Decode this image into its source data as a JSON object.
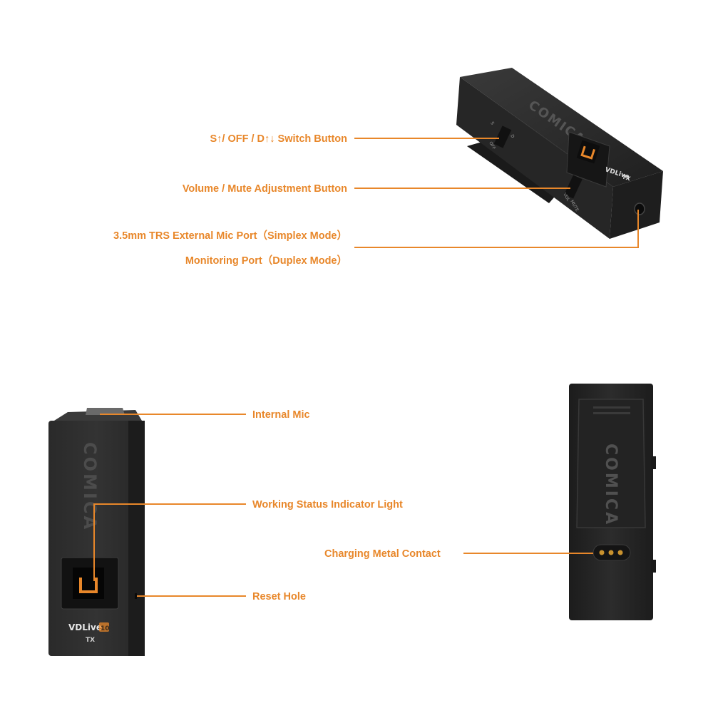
{
  "colors": {
    "accent": "#e8872a",
    "device_body": "#2b2b2b",
    "device_dark": "#1e1e1e",
    "brand_text": "#4a4a4a"
  },
  "device": {
    "brand": "COMICA",
    "model": "VDLive",
    "model_badge": "10",
    "unit": "TX",
    "switch_marks": [
      "S",
      "OFF",
      "D"
    ],
    "volume_marks": [
      "VOL",
      "MUTE"
    ]
  },
  "callouts": {
    "switch_button": "S↑/ OFF / D↑↓ Switch Button",
    "volume_button": "Volume / Mute Adjustment Button",
    "mic_port": "3.5mm TRS External Mic Port（Simplex Mode）",
    "monitoring_port": "Monitoring Port（Duplex Mode）",
    "internal_mic": "Internal Mic",
    "status_light": "Working Status Indicator Light",
    "reset_hole": "Reset Hole",
    "charging_contact": "Charging Metal Contact"
  }
}
